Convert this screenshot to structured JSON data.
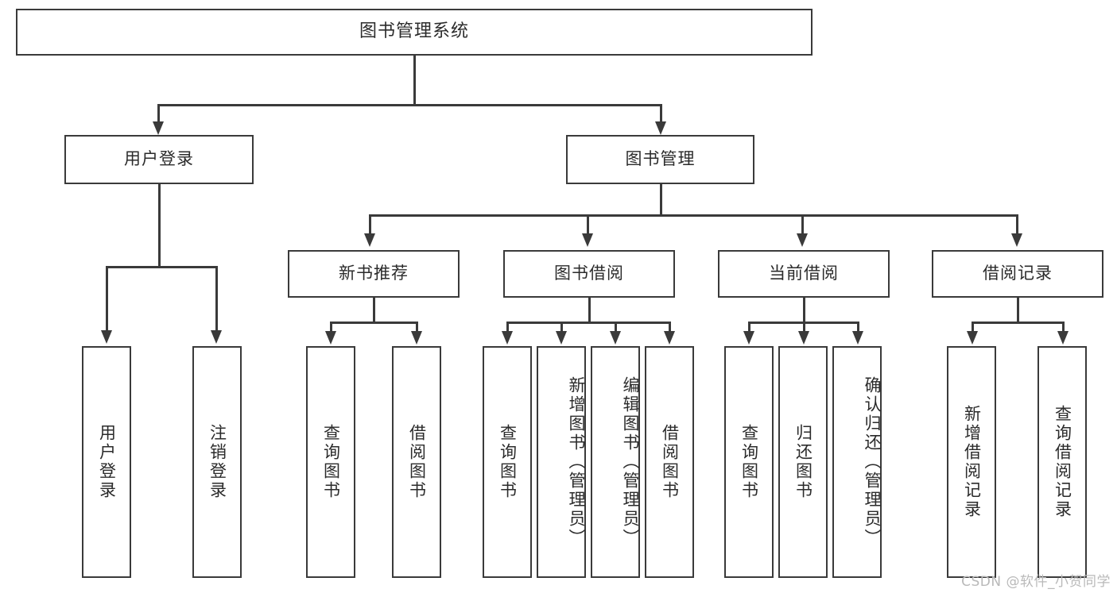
{
  "diagram": {
    "title": "图书管理系统",
    "type": "tree",
    "root": {
      "id": "root",
      "label": "图书管理系统",
      "orientation": "horizontal"
    },
    "level2": [
      {
        "id": "user-login",
        "label": "用户登录",
        "orientation": "horizontal"
      },
      {
        "id": "book-manage",
        "label": "图书管理",
        "orientation": "horizontal"
      }
    ],
    "level3": [
      {
        "id": "new-book-recommend",
        "label": "新书推荐",
        "parent": "book-manage",
        "orientation": "horizontal"
      },
      {
        "id": "book-borrow",
        "label": "图书借阅",
        "parent": "book-manage",
        "orientation": "horizontal"
      },
      {
        "id": "current-borrow",
        "label": "当前借阅",
        "parent": "book-manage",
        "orientation": "horizontal"
      },
      {
        "id": "borrow-record",
        "label": "借阅记录",
        "parent": "book-manage",
        "orientation": "horizontal"
      }
    ],
    "leaves": [
      {
        "id": "leaf-user-login",
        "label": "用户登录",
        "parent": "user-login",
        "orientation": "vertical"
      },
      {
        "id": "leaf-user-logout",
        "label": "注销登录",
        "parent": "user-login",
        "orientation": "vertical"
      },
      {
        "id": "leaf-query-book-rec",
        "label": "查询图书",
        "parent": "new-book-recommend",
        "orientation": "vertical"
      },
      {
        "id": "leaf-borrow-book-rec",
        "label": "借阅图书",
        "parent": "new-book-recommend",
        "orientation": "vertical"
      },
      {
        "id": "leaf-query-book-borrow",
        "label": "查询图书",
        "parent": "book-borrow",
        "orientation": "vertical"
      },
      {
        "id": "leaf-add-book",
        "label": "新增图书（管理员）",
        "parent": "book-borrow",
        "orientation": "vertical"
      },
      {
        "id": "leaf-edit-book",
        "label": "编辑图书（管理员）",
        "parent": "book-borrow",
        "orientation": "vertical"
      },
      {
        "id": "leaf-borrow-book",
        "label": "借阅图书",
        "parent": "book-borrow",
        "orientation": "vertical"
      },
      {
        "id": "leaf-query-book-current",
        "label": "查询图书",
        "parent": "current-borrow",
        "orientation": "vertical"
      },
      {
        "id": "leaf-return-book",
        "label": "归还图书",
        "parent": "current-borrow",
        "orientation": "vertical"
      },
      {
        "id": "leaf-confirm-return",
        "label": "确认归还（管理员）",
        "parent": "current-borrow",
        "orientation": "vertical"
      },
      {
        "id": "leaf-add-borrow-record",
        "label": "新增借阅记录",
        "parent": "borrow-record",
        "orientation": "vertical"
      },
      {
        "id": "leaf-query-borrow-record",
        "label": "查询借阅记录",
        "parent": "borrow-record",
        "orientation": "vertical"
      }
    ],
    "colors": {
      "stroke": "#3a3a3a",
      "background": "#ffffff",
      "text": "#2b2b2b",
      "watermark": "#b9b9b9"
    }
  },
  "watermark": {
    "text": "CSDN @软件_小贺同学"
  }
}
